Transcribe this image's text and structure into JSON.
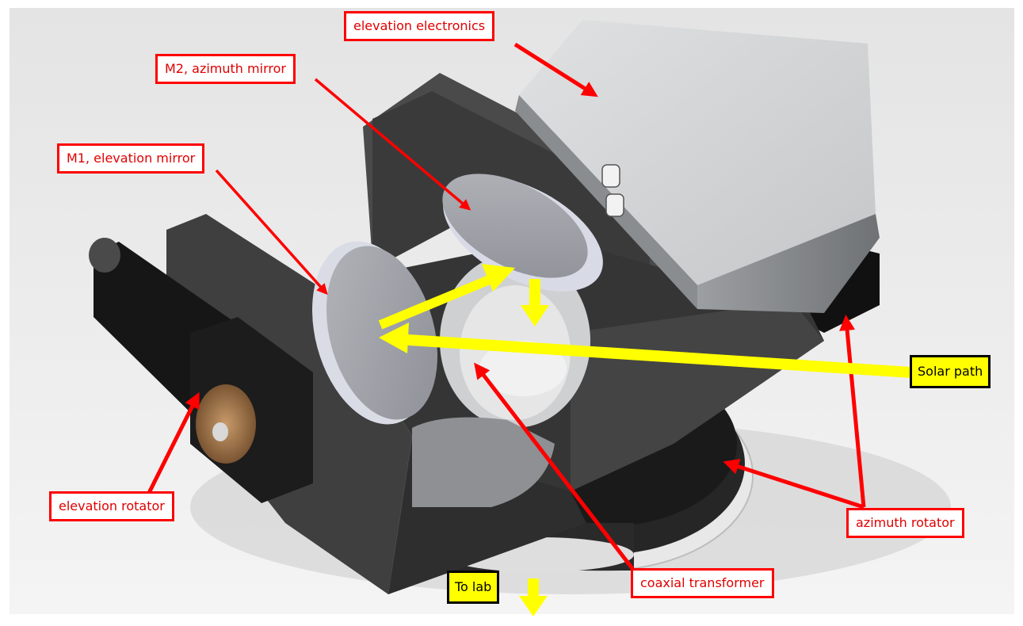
{
  "labels": {
    "elevation_electronics": "elevation electronics",
    "m2_azimuth_mirror": "M2, azimuth mirror",
    "m1_elevation_mirror": "M1, elevation mirror",
    "elevation_rotator": "elevation rotator",
    "azimuth_rotator": "azimuth rotator",
    "coaxial_transformer": "coaxial transformer"
  },
  "beam_labels": {
    "solar_path": "Solar path",
    "to_lab": "To lab"
  },
  "colors": {
    "label_border": "#ff0000",
    "label_text": "#e00000",
    "pointer_arrow": "#ff0000",
    "beam": "#ffff00",
    "beam_label_fill": "#ffff00",
    "beam_label_border": "#000000",
    "housing": "#3d3d3d",
    "electronics_box": "#bdbfc0",
    "mirror": "#9a9ca3",
    "turntable": "#d9d9d9"
  }
}
